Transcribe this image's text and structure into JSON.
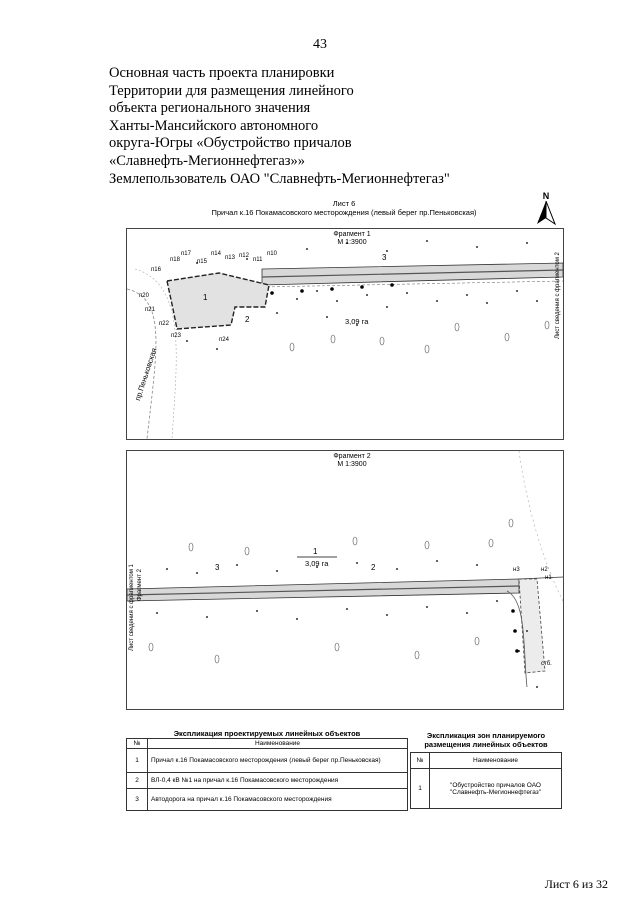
{
  "page": {
    "number": "43",
    "title_lines": [
      "Основная часть проекта планировки",
      "Территории для размещения линейного",
      "объекта регионального значения",
      "Ханты-Мансийского автономного",
      "округа-Югры «Обустройство причалов",
      "«Славнефть-Мегионнефтегаз»»",
      "Землепользователь  ОАО \"Славнефть-Мегионнефтегаз\""
    ],
    "footer": "Лист 6 из 32"
  },
  "sheet": {
    "label": "Лист 6",
    "subtitle": "Причал к.16 Покамасовского месторождения (левый берег пр.Пеньковская)",
    "north_letter": "N"
  },
  "fragment1": {
    "title": "Фрагмент 1",
    "scale": "М 1:3900",
    "area": "3,09 га",
    "river_label": "пр.Пеньковская",
    "side_label": "Лист сведения с фрагментом 2",
    "zones": [
      "1",
      "2",
      "3"
    ],
    "points": [
      "п18",
      "п17",
      "п16",
      "п15",
      "п14",
      "п13",
      "п12",
      "п11",
      "п10",
      "п20",
      "п21",
      "п22",
      "п23",
      "п24"
    ]
  },
  "fragment2": {
    "title": "Фрагмент 2",
    "scale": "М 1:3900",
    "zone_number": "1",
    "area": "3,09 га",
    "side_label_left": "Лист сведения с фрагментом 1",
    "side_label_inner": "Фрагмент 2",
    "zones": [
      "3",
      "2"
    ],
    "points": [
      "н3",
      "н2",
      "н1",
      "стб."
    ]
  },
  "table_linear": {
    "title": "Экспликация проектируемых линейных объектов",
    "col_num": "№",
    "col_name": "Наименование",
    "rows": [
      {
        "num": "1",
        "name": "Причал к.16 Покамасовского месторождения (левый берег пр.Пеньковская)"
      },
      {
        "num": "2",
        "name": "ВЛ-0,4 кВ №1 на причал к.16 Покамасовского месторождения"
      },
      {
        "num": "3",
        "name": "Автодорога на причал к.16 Покамасовского месторождения"
      }
    ]
  },
  "table_zones": {
    "title": "Экспликация зон планируемого размещения линейных объектов",
    "col_num": "№",
    "col_name": "Наименование",
    "rows": [
      {
        "num": "1",
        "name": "\"Обустройство причалов ОАО \"Славнефть-Мегионнефтегаз\""
      }
    ]
  }
}
